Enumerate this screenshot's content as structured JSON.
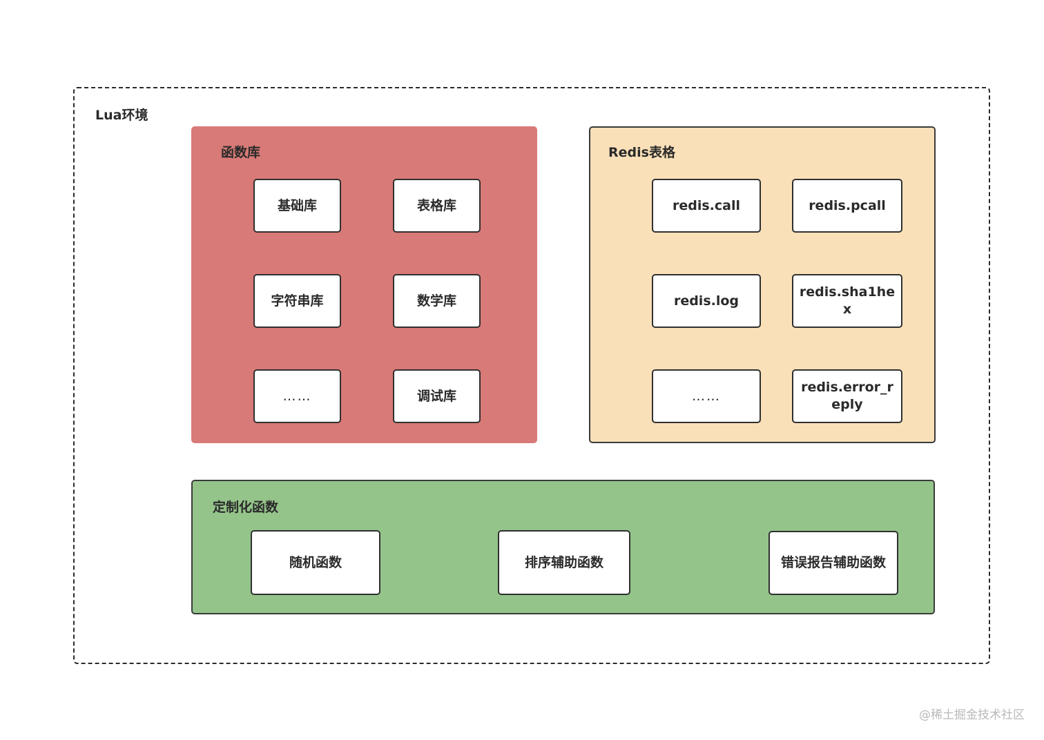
{
  "outer": {
    "title": "Lua环境"
  },
  "function_library": {
    "title": "函数库",
    "items": [
      "基础库",
      "表格库",
      "字符串库",
      "数学库",
      "……",
      "调试库"
    ],
    "color": "#d87a77"
  },
  "redis_table": {
    "title": "Redis表格",
    "items": [
      "redis.call",
      "redis.pcall",
      "redis.log",
      "redis.sha1hex",
      "……",
      "redis.error_reply"
    ],
    "color": "#f9e0b8"
  },
  "custom_functions": {
    "title": "定制化函数",
    "items": [
      "随机函数",
      "排序辅助函数",
      "错误报告辅助函数"
    ],
    "color": "#94c48a"
  },
  "watermark": "@稀土掘金技术社区"
}
